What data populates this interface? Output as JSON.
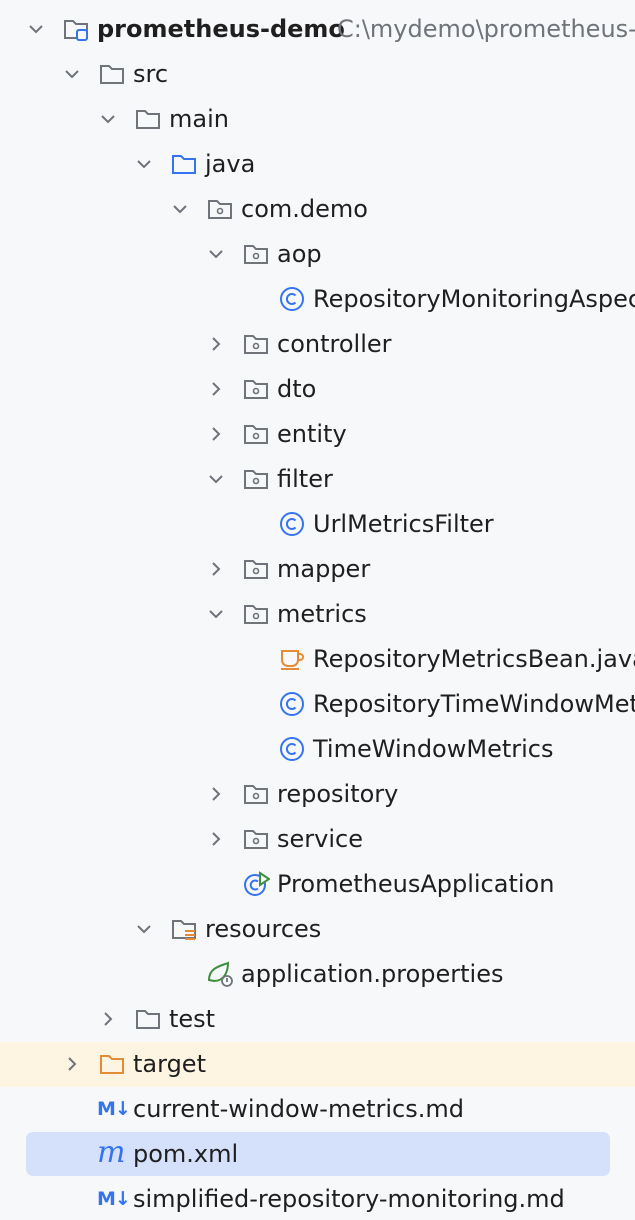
{
  "project": {
    "name": "prometheus-demo",
    "path": "C:\\mydemo\\prometheus-d"
  },
  "tree": [
    {
      "label": "src"
    },
    {
      "label": "main"
    },
    {
      "label": "java"
    },
    {
      "label": "com.demo"
    },
    {
      "label": "aop"
    },
    {
      "label": "RepositoryMonitoringAspec"
    },
    {
      "label": "controller"
    },
    {
      "label": "dto"
    },
    {
      "label": "entity"
    },
    {
      "label": "filter"
    },
    {
      "label": "UrlMetricsFilter"
    },
    {
      "label": "mapper"
    },
    {
      "label": "metrics"
    },
    {
      "label": "RepositoryMetricsBean.java"
    },
    {
      "label": "RepositoryTimeWindowMet"
    },
    {
      "label": "TimeWindowMetrics"
    },
    {
      "label": "repository"
    },
    {
      "label": "service"
    },
    {
      "label": "PrometheusApplication"
    },
    {
      "label": "resources"
    },
    {
      "label": "application.properties"
    },
    {
      "label": "test"
    },
    {
      "label": "target"
    },
    {
      "label": "current-window-metrics.md"
    },
    {
      "label": "pom.xml"
    },
    {
      "label": "simplified-repository-monitoring.md"
    }
  ],
  "icons": {
    "markdown_glyph": "M↓",
    "maven_glyph": "m"
  },
  "colors": {
    "background": "#f7f8fa",
    "selected": "#d5e1fb",
    "excluded_folder_bg": "#fdf5e1",
    "accent_blue": "#3574f0",
    "excluded_orange": "#e58b36",
    "spring_green": "#3c8f3c"
  }
}
